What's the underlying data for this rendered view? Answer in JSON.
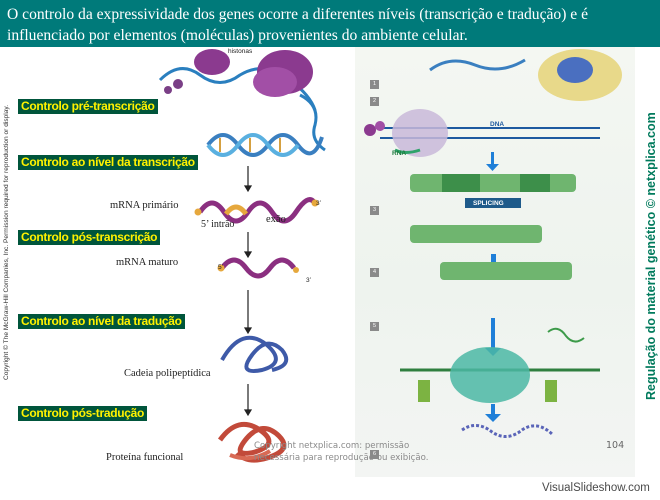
{
  "header": {
    "title": "O controlo da expressividade dos genes ocorre a diferentes níveis (transcrição e tradução) e é influenciado por elementos (moléculas) provenientes do ambiente celular."
  },
  "copyright_side": "Copyright © The McGraw-Hill Companies, Inc. Permission required for reproduction or display.",
  "stage_labels": [
    "Controlo pré-transcrição",
    "Controlo ao nível da transcrição",
    "Controlo pós-transcrição",
    "Controlo ao nível da tradução",
    "Controlo pós-tradução"
  ],
  "captions": {
    "histonas": "histonas",
    "mrna_primario": "mRNA primário",
    "intrao": "5’ intrão",
    "exao": "exão",
    "three_prime_a": "3’",
    "mrna_maturo": "mRNA maturo",
    "five_prime_b": "5’",
    "three_prime_b": "3’",
    "cadeia": "Cadeia polipeptídica",
    "proteina": "Proteína funcional"
  },
  "panel_labels": {
    "dna": "DNA",
    "rna": "RNA",
    "splicing": "SPLICING"
  },
  "step_numbers": [
    "1",
    "2",
    "3",
    "4",
    "5",
    "6"
  ],
  "side_title": "Regulação do material genético © netxplica.com",
  "footer": {
    "copyright": "Copyright netxplica.com: permissão necessária para reprodução ou exibição.",
    "page": "104"
  },
  "watermark": "VisualSlideshow.com",
  "colors": {
    "header": "#007a7a",
    "label_bg": "#00553b",
    "label_text": "#fff200",
    "side_title": "#007a5c"
  }
}
